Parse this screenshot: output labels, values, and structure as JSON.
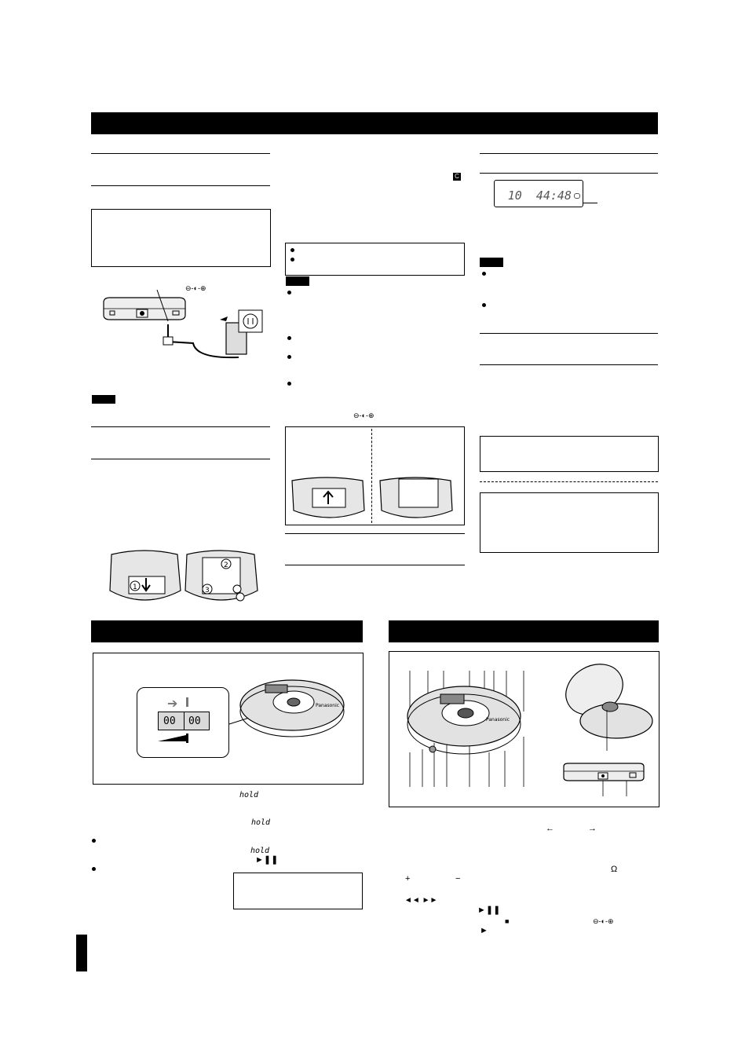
{
  "display": {
    "readout": "10  44:48"
  },
  "hold": {
    "word": "hold",
    "switch_left": "00",
    "switch_right": "00"
  },
  "glyphs": {
    "dc_symbol": "⊖-◐-⊕",
    "cd_mark": "C",
    "play_pause": "►❚❚",
    "stop": "■",
    "play": "►",
    "skip": "◄◄  ►►",
    "plus": "+",
    "minus": "−",
    "arrow_left": "←",
    "arrow_right": "→",
    "headphone": "Ω"
  },
  "colors": {
    "ink": "#000000",
    "lcd": "#555555",
    "device": "#d9d9d9"
  }
}
